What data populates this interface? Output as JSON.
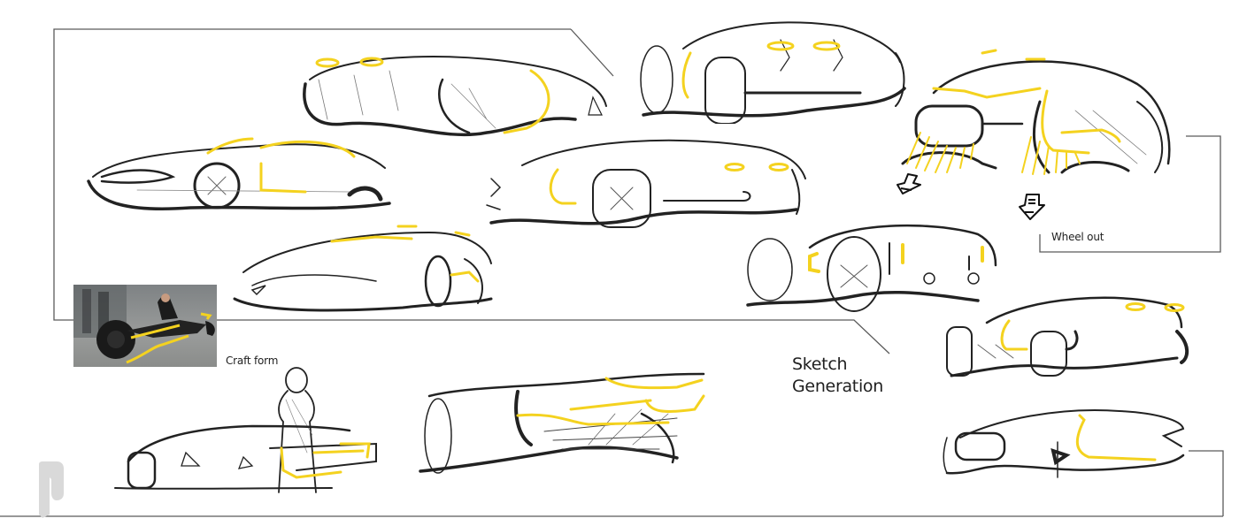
{
  "page": {
    "background": "#ffffff",
    "accent_color": "#f4d21f",
    "line_color": "#555555",
    "ink_color": "#111111"
  },
  "labels": {
    "section_title_line1": "Sketch",
    "section_title_line2": "Generation",
    "craft_form": "Craft form",
    "wheel_out": "Wheel out"
  },
  "reference_photo": {
    "subject": "batpod-motorcycle-reference-icon"
  },
  "sketches": [
    {
      "id": "car-1",
      "view": "rear-three-quarter"
    },
    {
      "id": "car-2",
      "view": "side-low"
    },
    {
      "id": "car-3",
      "view": "rear-wide-wheels"
    },
    {
      "id": "car-4",
      "view": "front-three-quarter"
    },
    {
      "id": "car-5",
      "view": "rear-three-quarter"
    },
    {
      "id": "car-6",
      "view": "rear-hatched"
    },
    {
      "id": "car-7",
      "view": "side-open-wheel"
    },
    {
      "id": "car-8",
      "view": "front-three-quarter"
    },
    {
      "id": "car-9",
      "view": "profile-with-figure"
    },
    {
      "id": "car-10",
      "view": "side-craft"
    },
    {
      "id": "car-11",
      "view": "profile-coupe"
    }
  ],
  "icons": {
    "logo": "brand-logo-icon",
    "arrow_1": "down-arrow-sketch-icon",
    "arrow_2": "down-arrow-sketch-icon"
  }
}
